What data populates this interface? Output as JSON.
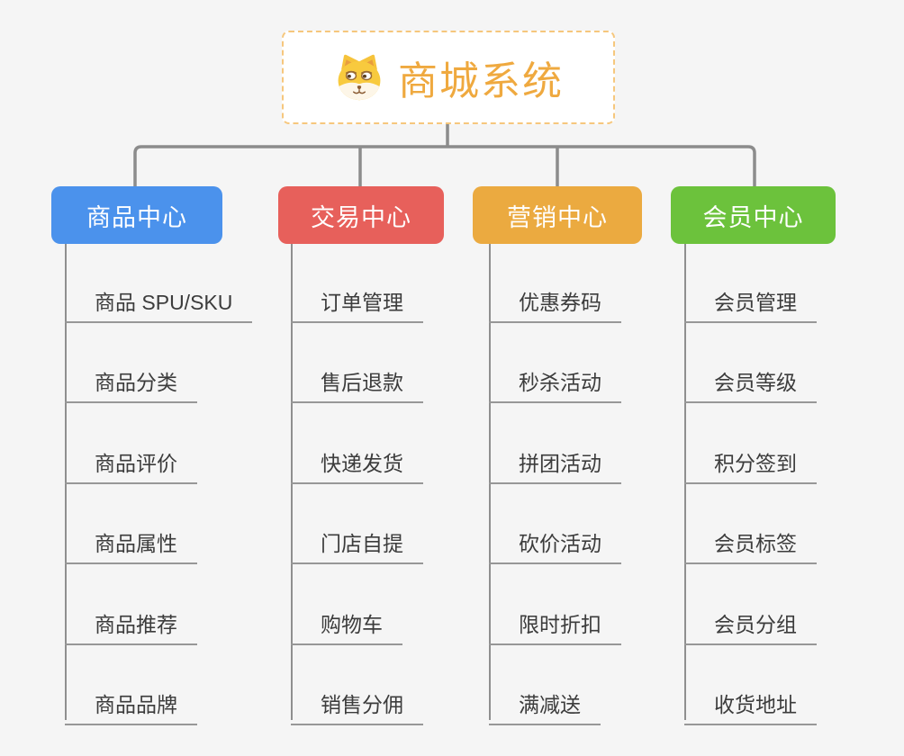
{
  "root": {
    "title": "商城系统",
    "icon": "doge-face-icon",
    "title_color": "#efa93f",
    "border_color": "#f6c77d"
  },
  "connector_color": "#8c8c8c",
  "branches": [
    {
      "label": "商品中心",
      "color": "#4b92ec",
      "items": [
        "商品 SPU/SKU",
        "商品分类",
        "商品评价",
        "商品属性",
        "商品推荐",
        "商品品牌"
      ]
    },
    {
      "label": "交易中心",
      "color": "#e7605b",
      "items": [
        "订单管理",
        "售后退款",
        "快递发货",
        "门店自提",
        "购物车",
        "销售分佣"
      ]
    },
    {
      "label": "营销中心",
      "color": "#ebaa40",
      "items": [
        "优惠券码",
        "秒杀活动",
        "拼团活动",
        "砍价活动",
        "限时折扣",
        "满减送"
      ]
    },
    {
      "label": "会员中心",
      "color": "#6cc23c",
      "items": [
        "会员管理",
        "会员等级",
        "积分签到",
        "会员标签",
        "会员分组",
        "收货地址"
      ]
    }
  ]
}
